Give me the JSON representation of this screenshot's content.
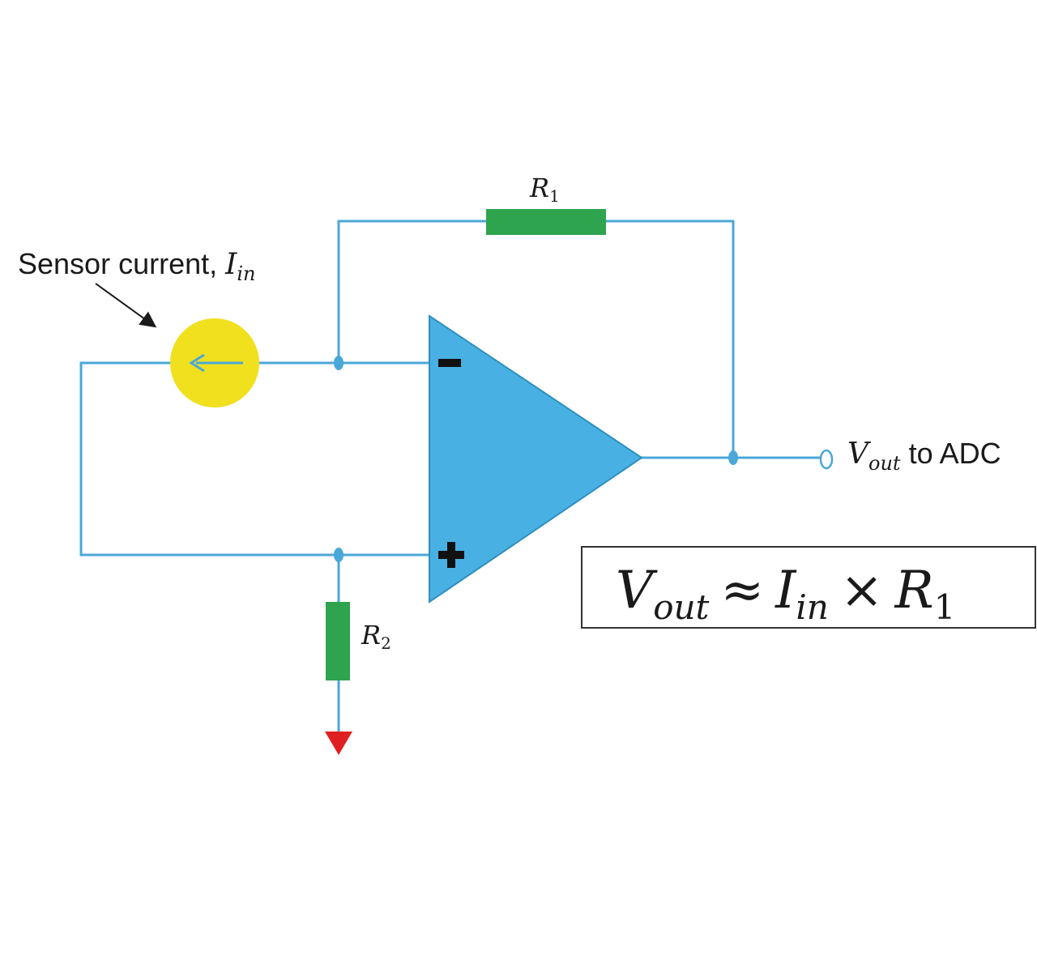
{
  "colors": {
    "wire": "#4aa8d8",
    "opamp": "#49b0e3",
    "resistor": "#2ea44f",
    "source": "#f0e01e",
    "ground": "#e02020",
    "node": "#4aa8d8"
  },
  "labels": {
    "sensor_text": "Sensor current, ",
    "sensor_symbol": "I",
    "sensor_sub": "in",
    "r1_symbol": "R",
    "r1_sub": "1",
    "r2_symbol": "R",
    "r2_sub": "2",
    "vout_symbol": "V",
    "vout_sub": "out",
    "vout_suffix": " to ADC"
  },
  "formula": {
    "lhs": "V",
    "lhs_sub": "out",
    "approx": "≈",
    "i": "I",
    "i_sub": "in",
    "times": "×",
    "r": "R",
    "r_sub": "1"
  },
  "icons": {
    "opamp_minus": "minus-sign",
    "opamp_plus": "plus-sign",
    "source_arrow": "left-arrow",
    "ground": "ground-triangle"
  }
}
